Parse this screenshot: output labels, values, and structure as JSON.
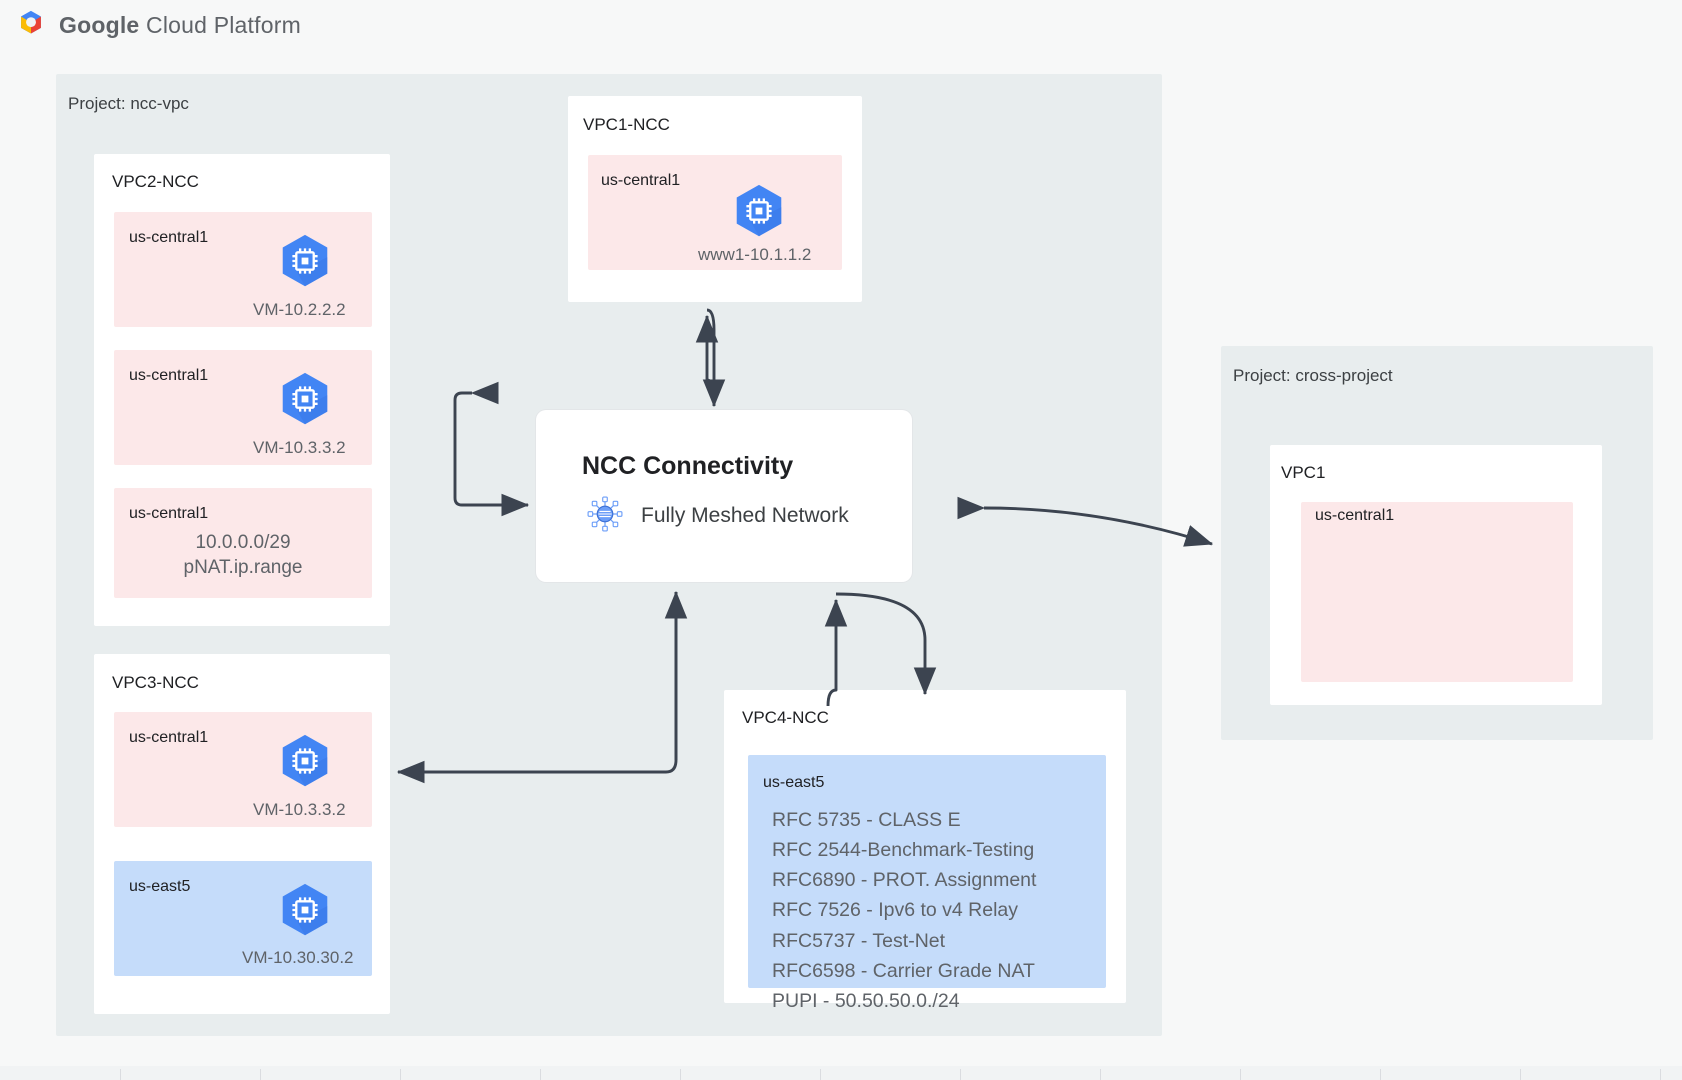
{
  "header": {
    "logo_icon": "google-cloud-logo",
    "brand_bold": "Google",
    "brand_light": " Cloud Platform"
  },
  "projects": [
    {
      "label": "Project: ncc-vpc"
    },
    {
      "label": "Project: cross-project"
    }
  ],
  "vpcs": {
    "vpc1_ncc": {
      "title": "VPC1-NCC",
      "zone": {
        "label": "us-central1",
        "tone": "pink",
        "vm_icon": "compute-vm-icon",
        "vm_label": "www1-10.1.1.2"
      }
    },
    "vpc2_ncc": {
      "title": "VPC2-NCC",
      "zones": [
        {
          "label": "us-central1",
          "tone": "pink",
          "vm_icon": "compute-vm-icon",
          "vm_label": "VM-10.2.2.2"
        },
        {
          "label": "us-central1",
          "tone": "pink",
          "vm_icon": "compute-vm-icon",
          "vm_label": "VM-10.3.3.2"
        },
        {
          "label": "us-central1",
          "tone": "pink",
          "text": "10.0.0.0/29\npNAT.ip.range"
        }
      ]
    },
    "vpc3_ncc": {
      "title": "VPC3-NCC",
      "zones": [
        {
          "label": "us-central1",
          "tone": "pink",
          "vm_icon": "compute-vm-icon",
          "vm_label": "VM-10.3.3.2"
        },
        {
          "label": "us-east5",
          "tone": "blue",
          "vm_icon": "compute-vm-icon",
          "vm_label": "VM-10.30.30.2"
        }
      ]
    },
    "vpc4_ncc": {
      "title": "VPC4-NCC",
      "zone": {
        "label": "us-east5",
        "tone": "blue",
        "lines": "RFC 5735 - CLASS E\nRFC 2544-Benchmark-Testing\nRFC6890 - PROT. Assignment\nRFC 7526 - Ipv6 to v4 Relay\nRFC5737 - Test-Net\nRFC6598 - Carrier Grade NAT\nPUPI - 50.50.50.0./24"
      }
    },
    "vpc1_cross": {
      "title": "VPC1",
      "zone": {
        "label": "us-central1",
        "tone": "pink"
      }
    }
  },
  "hub": {
    "title": "NCC Connectivity",
    "subtitle": "Fully Meshed Network",
    "icon": "mesh-network-icon"
  },
  "colors": {
    "canvas": "#f7f8f8",
    "project_panel": "#e8edee",
    "card": "#ffffff",
    "zone_pink": "#fce8e9",
    "zone_blue": "#c5dcfa",
    "vm_blue": "#4285f4",
    "edge": "#3c4450",
    "text_primary": "#202124",
    "text_secondary": "#5f6368"
  }
}
